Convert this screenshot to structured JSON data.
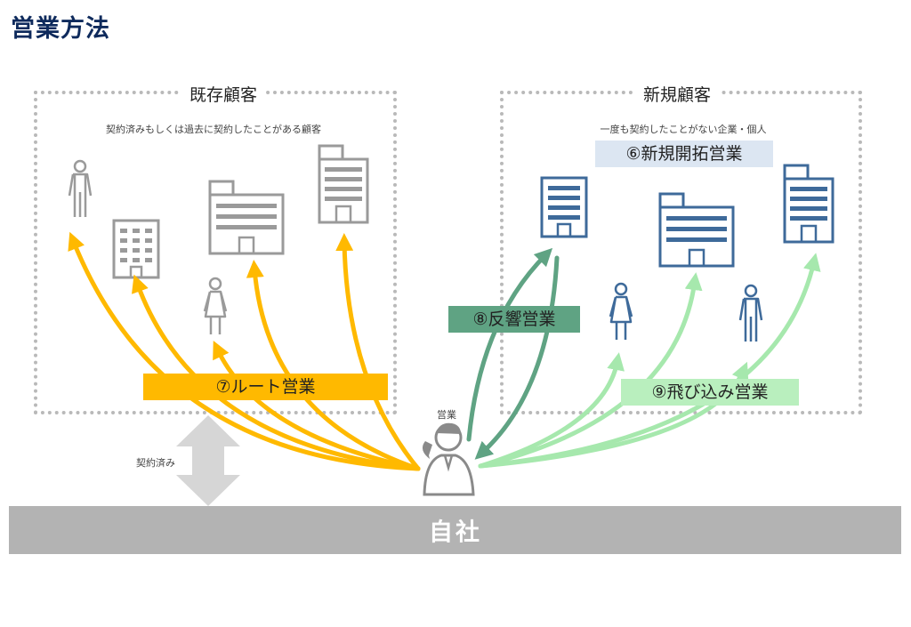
{
  "title": "営業方法",
  "existing": {
    "title": "既存顧客",
    "subtitle": "契約済みもしくは過去に契約したことがある顧客"
  },
  "new_customers": {
    "title": "新規顧客",
    "subtitle": "一度も契約したことがない企業・個人"
  },
  "labels": {
    "new_development": "⑥新規開拓営業",
    "route_sales": "⑦ルート営業",
    "echo_sales": "⑧反響営業",
    "cold_sales": "⑨飛び込み営業",
    "salesperson": "営業",
    "contracted": "契約済み"
  },
  "company": "自社",
  "colors": {
    "route": "#ffb900",
    "echo": "#5fa383",
    "cold": "#a6e8ad",
    "gray_icon": "#9a9a9a",
    "blue_icon": "#3e6a9a",
    "title": "#0e2a5c",
    "company_bar": "#b3b3b3"
  }
}
